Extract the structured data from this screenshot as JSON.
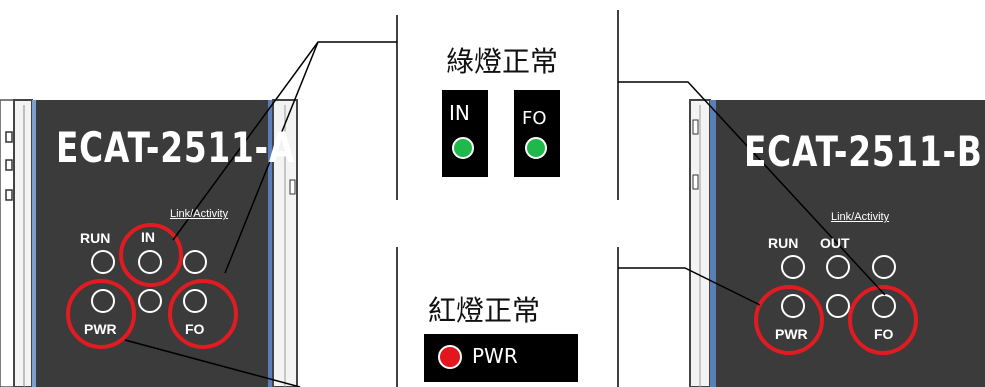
{
  "module_a": {
    "title": "ECAT-2511-A",
    "link_activity": "Link/Activity",
    "run": "RUN",
    "in": "IN",
    "pwr": "PWR",
    "fo": "FO"
  },
  "module_b": {
    "title": "ECAT-2511-B",
    "link_activity": "Link/Activity",
    "run": "RUN",
    "out": "OUT",
    "pwr": "PWR",
    "fo": "FO"
  },
  "legend_green": {
    "caption": "綠燈正常",
    "in_label": "IN",
    "fo_label": "FO",
    "led_color": "#1fb84a"
  },
  "legend_red": {
    "caption": "紅燈正常",
    "pwr_label": "PWR",
    "led_color": "#e3161e"
  },
  "colors": {
    "panel": "#3b3b3b",
    "highlight_ring": "#e01b22",
    "badge": "#000000"
  }
}
